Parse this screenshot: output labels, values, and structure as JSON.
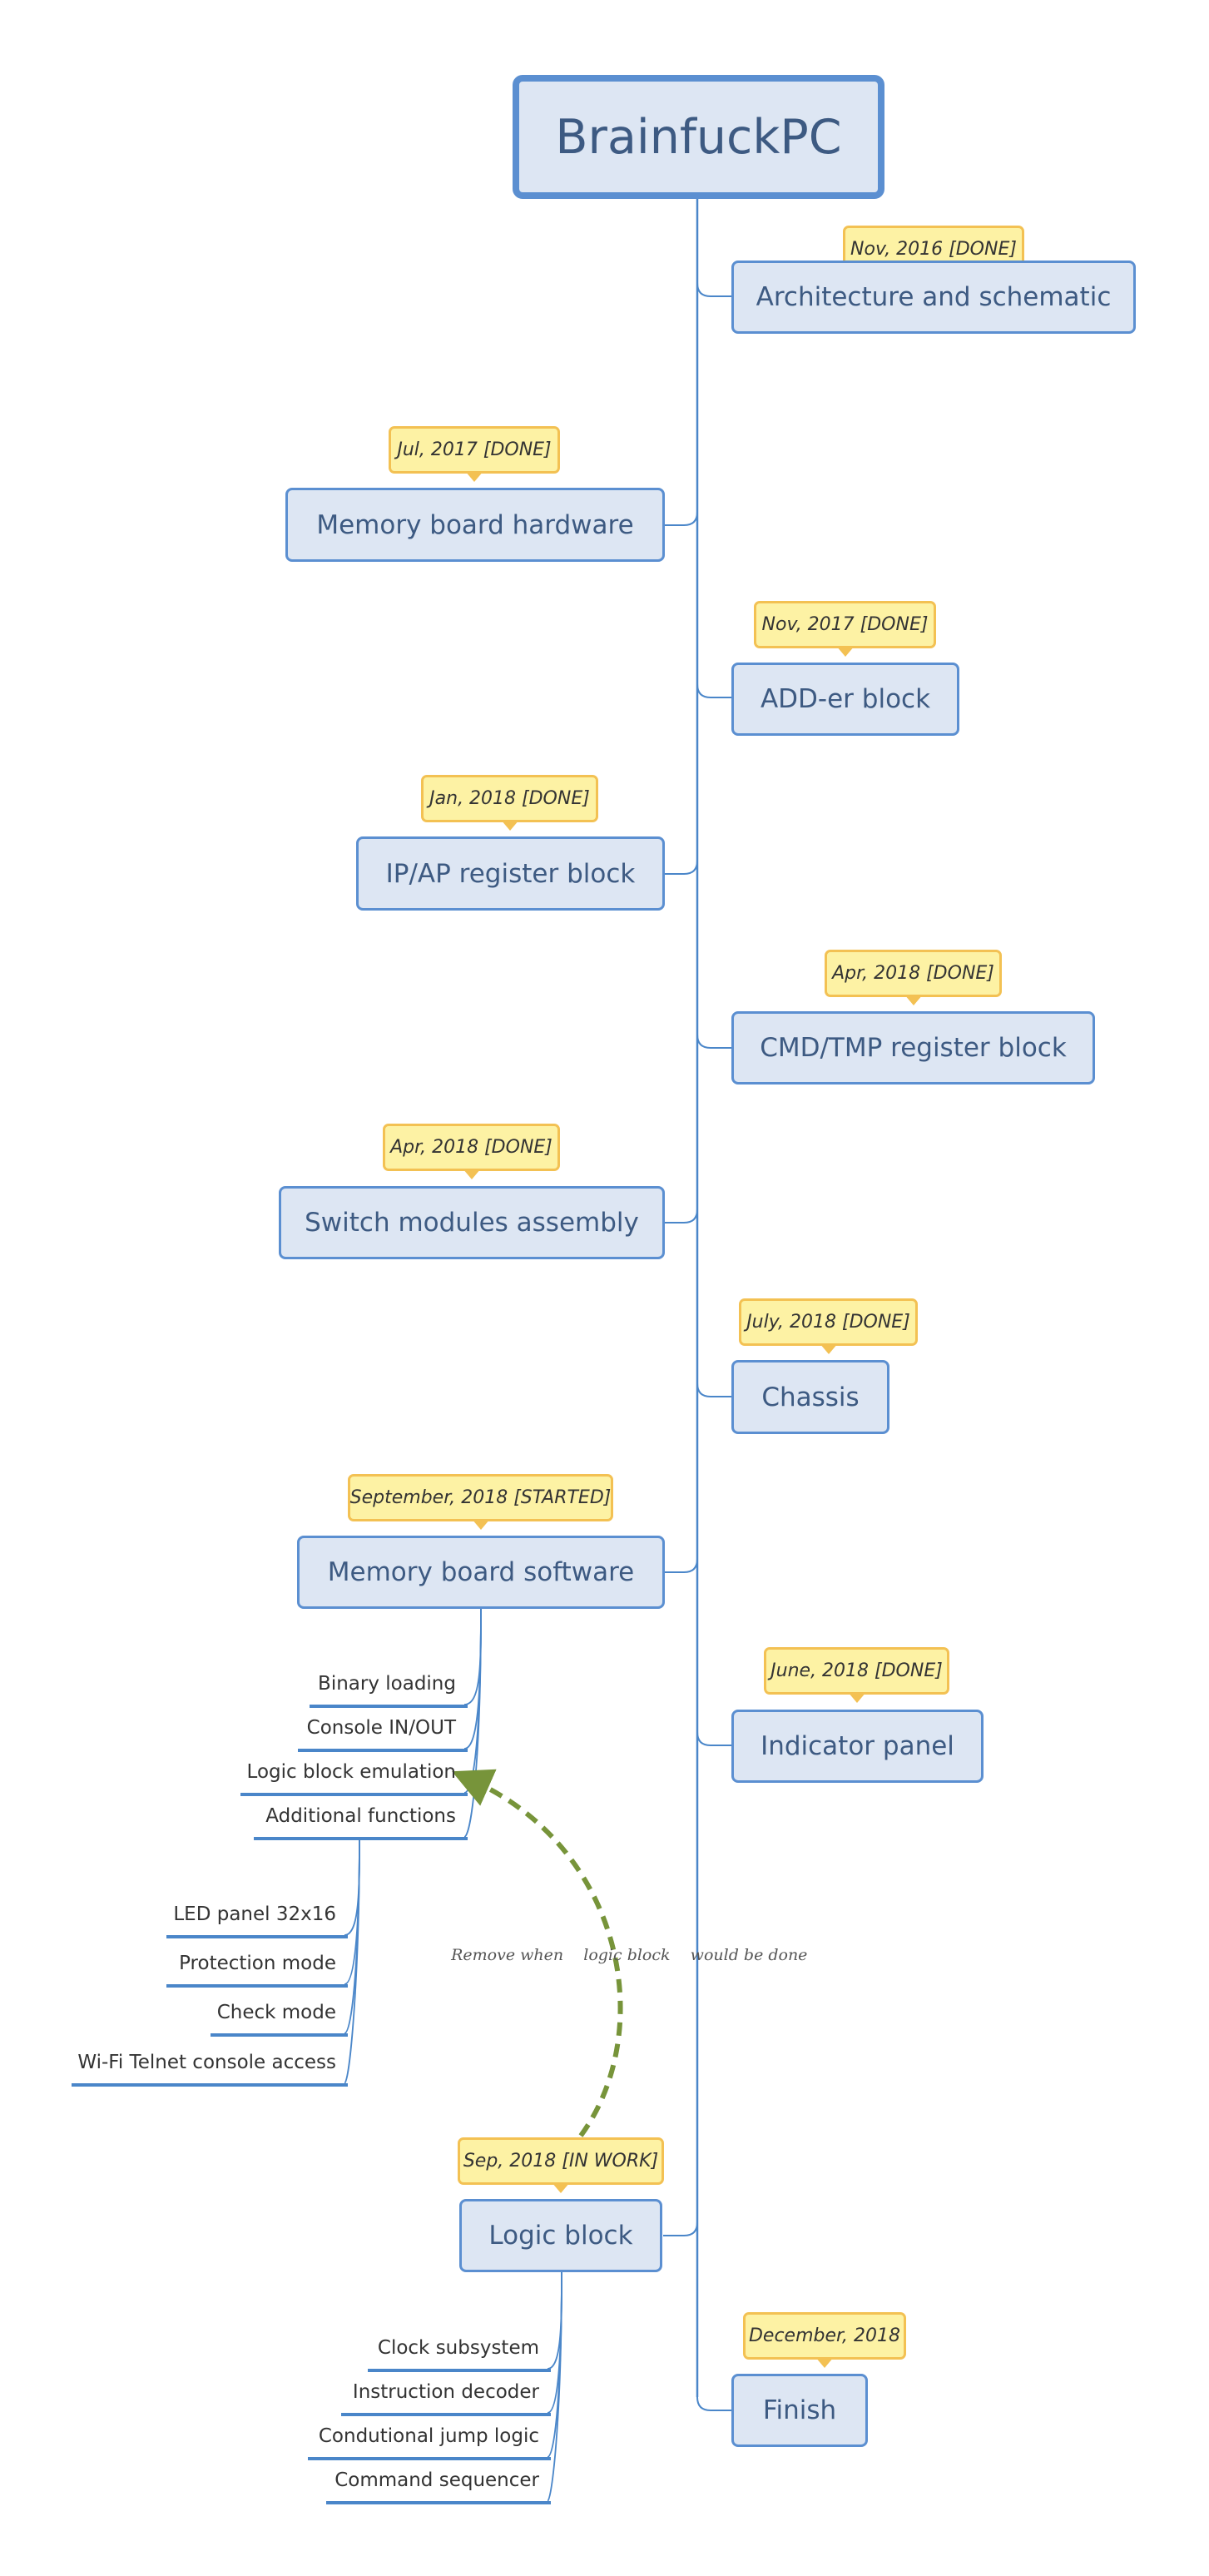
{
  "root": {
    "label": "BrainfuckPC"
  },
  "milestones": [
    {
      "label": "Architecture and schematic",
      "date": "Nov, 2016 [DONE]"
    },
    {
      "label": "Memory board hardware",
      "date": "Jul, 2017 [DONE]"
    },
    {
      "label": "ADD-er block",
      "date": "Nov, 2017 [DONE]"
    },
    {
      "label": "IP/AP register block",
      "date": "Jan, 2018 [DONE]"
    },
    {
      "label": "CMD/TMP register block",
      "date": "Apr, 2018 [DONE]"
    },
    {
      "label": "Switch modules assembly",
      "date": "Apr, 2018 [DONE]"
    },
    {
      "label": "Chassis",
      "date": "July, 2018 [DONE]"
    },
    {
      "label": "Memory board software",
      "date": "September, 2018 [STARTED]",
      "children": [
        {
          "label": "Binary loading"
        },
        {
          "label": "Console IN/OUT"
        },
        {
          "label": "Logic block emulation"
        },
        {
          "label": "Additional functions",
          "children": [
            {
              "label": "LED panel 32x16"
            },
            {
              "label": "Protection mode"
            },
            {
              "label": "Check mode"
            },
            {
              "label": "Wi-Fi Telnet console access"
            }
          ]
        }
      ]
    },
    {
      "label": "Indicator panel",
      "date": "June, 2018 [DONE]"
    },
    {
      "label": "Logic block",
      "date": "Sep, 2018 [IN WORK]",
      "children": [
        {
          "label": "Clock subsystem"
        },
        {
          "label": "Instruction decoder"
        },
        {
          "label": "Condutional jump logic"
        },
        {
          "label": "Command sequencer"
        }
      ]
    },
    {
      "label": "Finish",
      "date": "December, 2018"
    }
  ],
  "relation": {
    "label": "Remove when    logic block    would be done",
    "color": "#77943a"
  },
  "colors": {
    "line": "#4a86c9",
    "node_fill": "#dde6f3",
    "node_border": "#5b8fd1",
    "tag_fill": "#fdf2a4",
    "tag_border": "#f3c153"
  }
}
